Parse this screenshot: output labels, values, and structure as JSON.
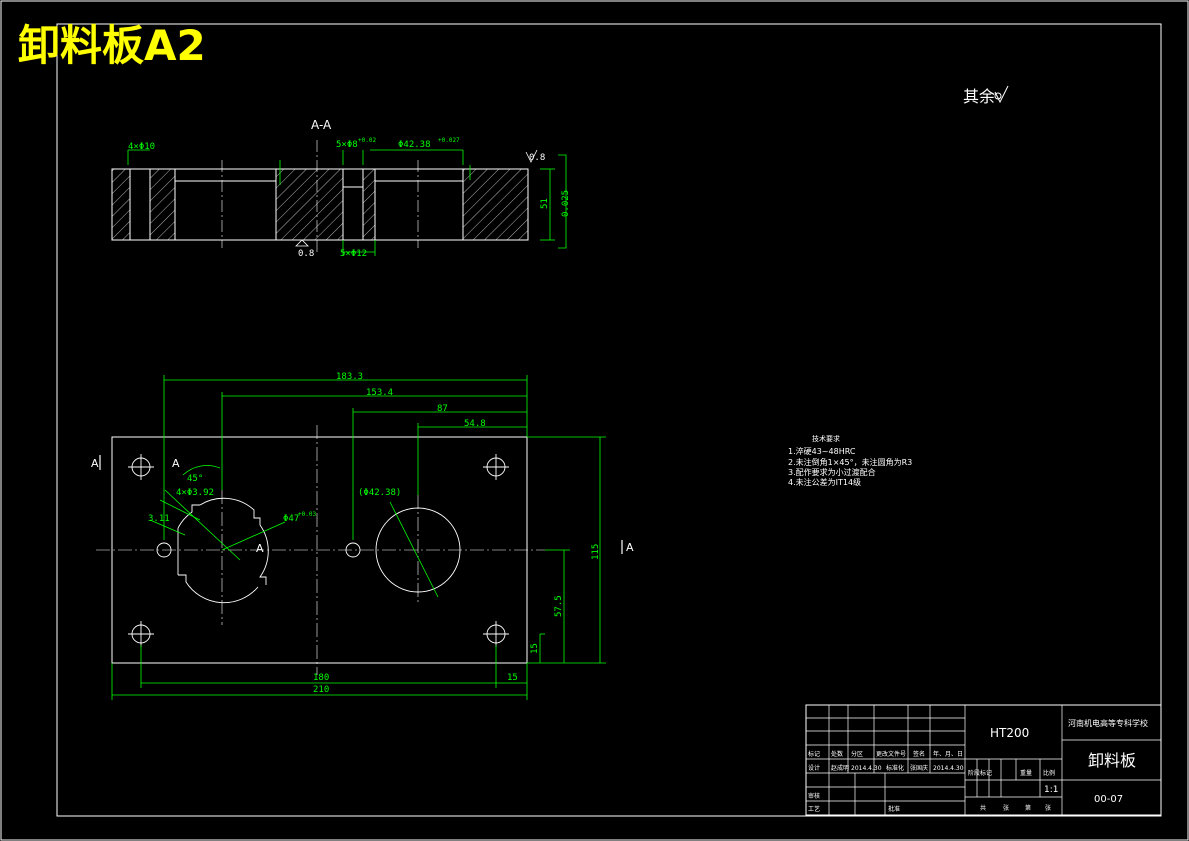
{
  "title": "卸料板A2",
  "roughness_note": "其余",
  "section_label": "A-A",
  "section_dims": {
    "holes_left": "4×Φ10",
    "holes_mid_top": "5×Φ8",
    "holes_mid_top_tol": "+0.02",
    "bore_top": "Φ42.38",
    "bore_top_tol": "+0.027",
    "holes_mid_bottom": "5×Φ12",
    "roughness_right": "0.8",
    "roughness_bottom": "0.8",
    "thickness": "51",
    "parallel": "0.025"
  },
  "plan_dims": {
    "d1": "183.3",
    "d2": "153.4",
    "d3": "87",
    "d4": "54.8",
    "angle": "45°",
    "holes_small": "4×Φ3.92",
    "offset": "3.11",
    "bore_left": "Φ47",
    "bore_left_tol": "+0.03",
    "bore_right": "(Φ42.38)",
    "height": "115",
    "half_height": "57.5",
    "edge": "15",
    "pitch": "180",
    "width": "210",
    "edge_right": "15",
    "section_mark": "A"
  },
  "notes": {
    "heading": "技术要求",
    "items": [
      "1.淬硬43~48HRC",
      "2.未注倒角1×45°，未注圆角为R3",
      "3.配作要求为小过渡配合",
      "4.未注公差为IT14级"
    ]
  },
  "title_block": {
    "material": "HT200",
    "school": "河南机电高等专科学校",
    "part_name": "卸料板",
    "drawing_no": "00-07",
    "scale": "1:1",
    "row_labels": [
      "标记",
      "处数",
      "分区",
      "更改文件号",
      "签名",
      "年、月、日"
    ],
    "design": "设计",
    "designer": "赵成明",
    "date1": "2014.4.30",
    "standardize": "标准化",
    "checker": "张国庆",
    "date2": "2014.4.30",
    "review": "审核",
    "process": "工艺",
    "approve": "批准",
    "stage_labels": [
      "阶段标记",
      "重量",
      "比例"
    ],
    "sheet_labels": [
      "共",
      "张",
      "第",
      "张"
    ]
  },
  "colors": {
    "frame": "#ffffff",
    "dim": "#00ff00",
    "title": "#ffff00"
  }
}
